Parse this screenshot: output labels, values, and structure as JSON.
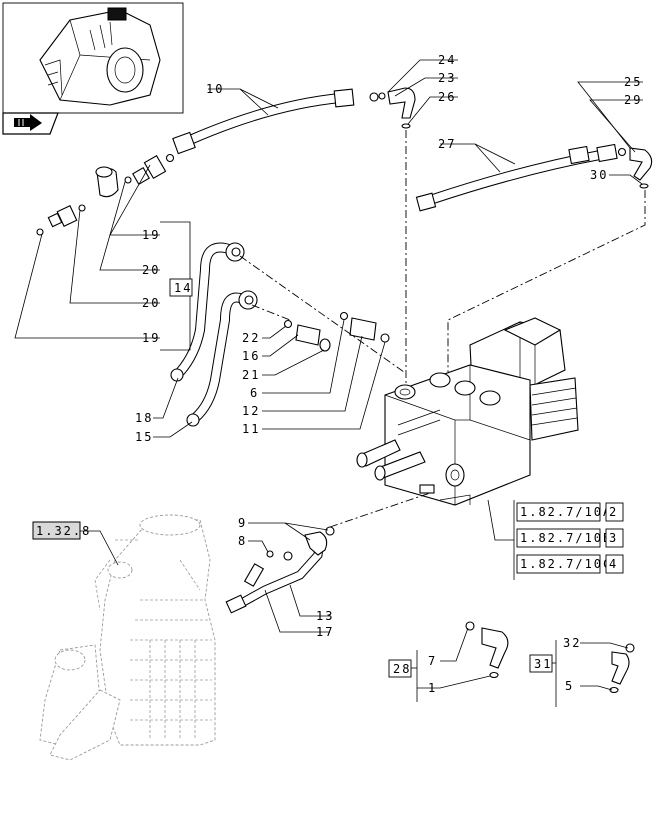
{
  "navigation": {
    "back_icon": "hand-arrow-icon"
  },
  "callouts": {
    "c1": "1",
    "c5": "5",
    "c6": "6",
    "c7": "7",
    "c8": "8",
    "c9": "9",
    "c10": "10",
    "c11": "11",
    "c12": "12",
    "c13": "13",
    "c15": "15",
    "c16": "16",
    "c17": "17",
    "c18": "18",
    "c19a": "19",
    "c19b": "19",
    "c20a": "20",
    "c20b": "20",
    "c21": "21",
    "c22": "22",
    "c23": "23",
    "c24": "24",
    "c25": "25",
    "c26": "26",
    "c27": "27",
    "c29": "29",
    "c30": "30",
    "c32": "32"
  },
  "kits": {
    "k14": "14",
    "k28": "28",
    "k31": "31"
  },
  "cross_references": {
    "transmission_ref": "1.32.8",
    "refs": [
      {
        "code": "1.82.7/10A",
        "sheet": "2"
      },
      {
        "code": "1.82.7/10B",
        "sheet": "3"
      },
      {
        "code": "1.82.7/10C",
        "sheet": "4"
      }
    ]
  }
}
